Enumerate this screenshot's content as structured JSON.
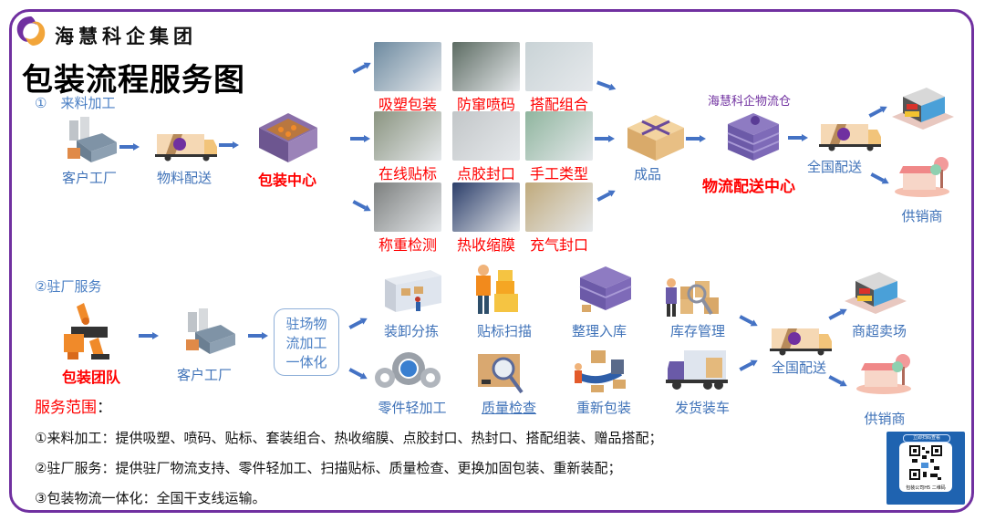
{
  "header": {
    "brand": "海慧科企集团",
    "title": "包装流程服务图"
  },
  "section1": {
    "label": "①　来料加工",
    "steps": {
      "client_factory": "客户工厂",
      "material_delivery": "物料配送",
      "packaging_center": "包装中心"
    },
    "processes": [
      {
        "label": "吸塑包装",
        "photo_color": "#6d8aa0"
      },
      {
        "label": "防窜喷码",
        "photo_color": "#5c6b62"
      },
      {
        "label": "搭配组合",
        "photo_color": "#c9d3d6"
      },
      {
        "label": "在线贴标",
        "photo_color": "#8a9480"
      },
      {
        "label": "点胶封口",
        "photo_color": "#c2c6c8"
      },
      {
        "label": "手工类型",
        "photo_color": "#8fb59e"
      },
      {
        "label": "称重检测",
        "photo_color": "#7c7f7e"
      },
      {
        "label": "热收缩膜",
        "photo_color": "#2c3e6a"
      },
      {
        "label": "充气封口",
        "photo_color": "#c0aa7c"
      }
    ],
    "finished_goods": "成品",
    "warehouse_caption": "海慧科企物流仓",
    "logistics_center": "物流配送中心",
    "nationwide_delivery": "全国配送",
    "supplier": "供销商"
  },
  "section2": {
    "label": "②驻厂服务",
    "packaging_team": "包装团队",
    "client_factory": "客户工厂",
    "integration_box": [
      "驻场物",
      "流加工",
      "一体化"
    ],
    "services_top": [
      "装卸分拣",
      "贴标扫描",
      "整理入库",
      "库存管理"
    ],
    "services_bottom": [
      "零件轻加工",
      "质量检查",
      "重新包装",
      "发货装车"
    ],
    "nationwide_delivery": "全国配送",
    "supermarket": "商超卖场",
    "supplier": "供销商"
  },
  "scope": {
    "heading": "服务范围",
    "colon": "：",
    "items": [
      "①来料加工：提供吸塑、喷码、贴标、套装组合、热收缩膜、点胶封口、热封口、搭配组装、赠品搭配；",
      "②驻厂服务：提供驻厂物流支持、零件轻加工、扫描贴标、质量检查、更换加固包装、重新装配；",
      "③包装物流一体化：全国干支线运输。"
    ]
  },
  "qr": {
    "header": "立即扫码查看",
    "footer": "包装公司H5 二维码"
  },
  "colors": {
    "frame": "#7030a0",
    "accent_blue": "#3f72b8",
    "highlight_red": "#ff0000",
    "arrow_blue": "#4472c4"
  }
}
